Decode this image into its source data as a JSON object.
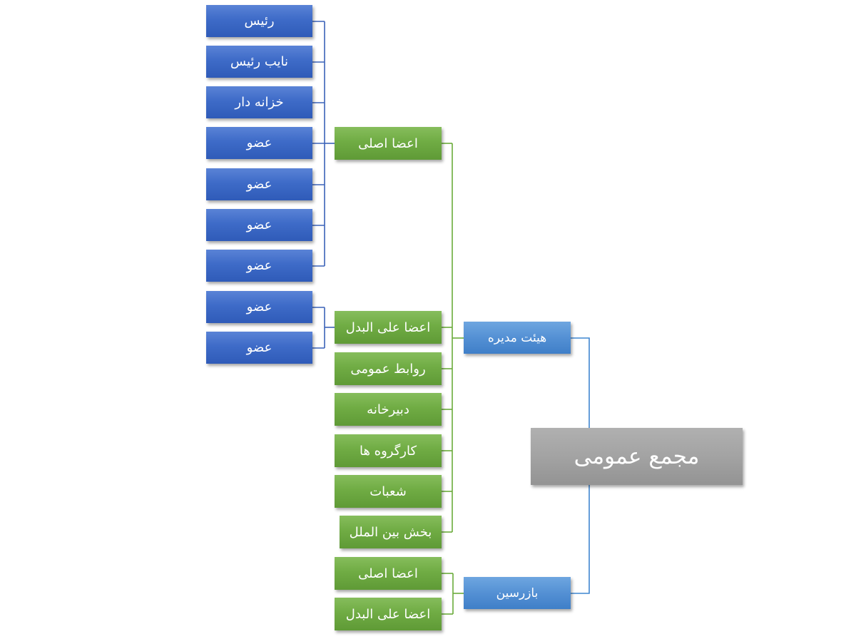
{
  "diagram": {
    "type": "org-chart",
    "orientation": "right-to-left",
    "colors": {
      "root": "#a3a3a3",
      "level1": "#5490d4",
      "level2": "#70ac44",
      "level3": "#3e6bc8",
      "connector_blue_dark": "#3a62b8",
      "connector_blue_light": "#3f86d0",
      "connector_green": "#6aab3a"
    },
    "root": {
      "label": "مجمع عمومی",
      "children": [
        {
          "label": "هیئت مدیره",
          "children": [
            {
              "label": "اعضا اصلی",
              "children": [
                {
                  "label": "رئیس"
                },
                {
                  "label": "نایب رئیس"
                },
                {
                  "label": "خزانه دار"
                },
                {
                  "label": "عضو"
                },
                {
                  "label": "عضو"
                },
                {
                  "label": "عضو"
                },
                {
                  "label": "عضو"
                }
              ]
            },
            {
              "label": "اعضا علی البدل",
              "children": [
                {
                  "label": "عضو"
                },
                {
                  "label": "عضو"
                }
              ]
            },
            {
              "label": "روابط عمومی"
            },
            {
              "label": "دبیرخانه"
            },
            {
              "label": "کارگروه ها"
            },
            {
              "label": "شعبات"
            },
            {
              "label": "بخش بین الملل"
            }
          ]
        },
        {
          "label": "بازرسین",
          "children": [
            {
              "label": "اعضا اصلی"
            },
            {
              "label": "اعضا علی البدل"
            }
          ]
        }
      ]
    }
  }
}
